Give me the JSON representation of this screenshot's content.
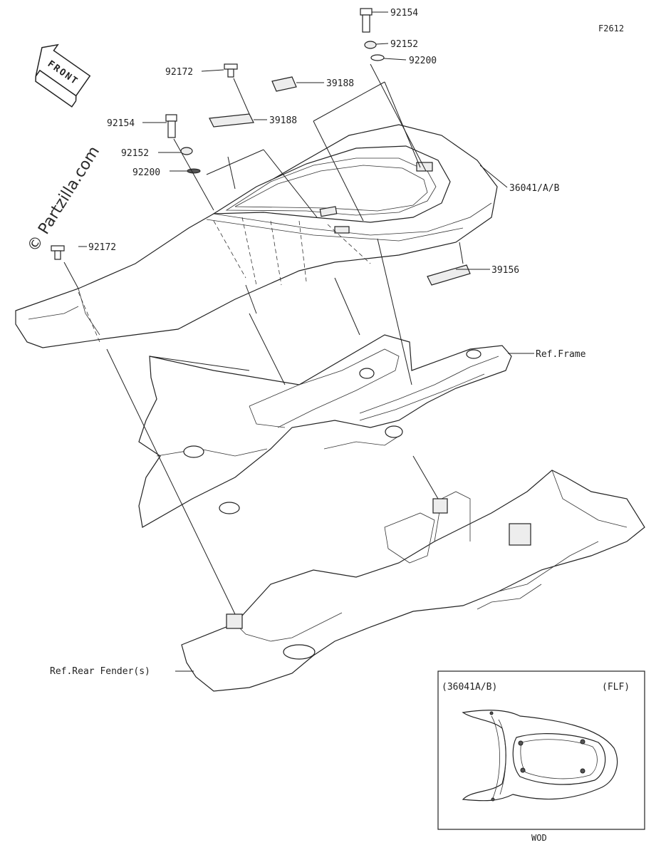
{
  "figure_code": "F2612",
  "watermark": "© Partzilla.com",
  "front_arrow": "FRONT",
  "parts": [
    {
      "id": "p92154a",
      "label": "92154"
    },
    {
      "id": "p92152a",
      "label": "92152"
    },
    {
      "id": "p92200a",
      "label": "92200"
    },
    {
      "id": "p92172a",
      "label": "92172"
    },
    {
      "id": "p39188a",
      "label": "39188"
    },
    {
      "id": "p39188b",
      "label": "39188"
    },
    {
      "id": "p92154b",
      "label": "92154"
    },
    {
      "id": "p92152b",
      "label": "92152"
    },
    {
      "id": "p92200b",
      "label": "92200"
    },
    {
      "id": "p36041",
      "label": "36041/A/B"
    },
    {
      "id": "p92172b",
      "label": "92172"
    },
    {
      "id": "p39156",
      "label": "39156"
    },
    {
      "id": "pframe",
      "label": "Ref.Frame"
    },
    {
      "id": "pfender",
      "label": "Ref.Rear Fender(s)"
    }
  ],
  "inset": {
    "left_label": "(36041A/B)",
    "right_label": "(FLF)",
    "bottom_label": "WOD"
  }
}
